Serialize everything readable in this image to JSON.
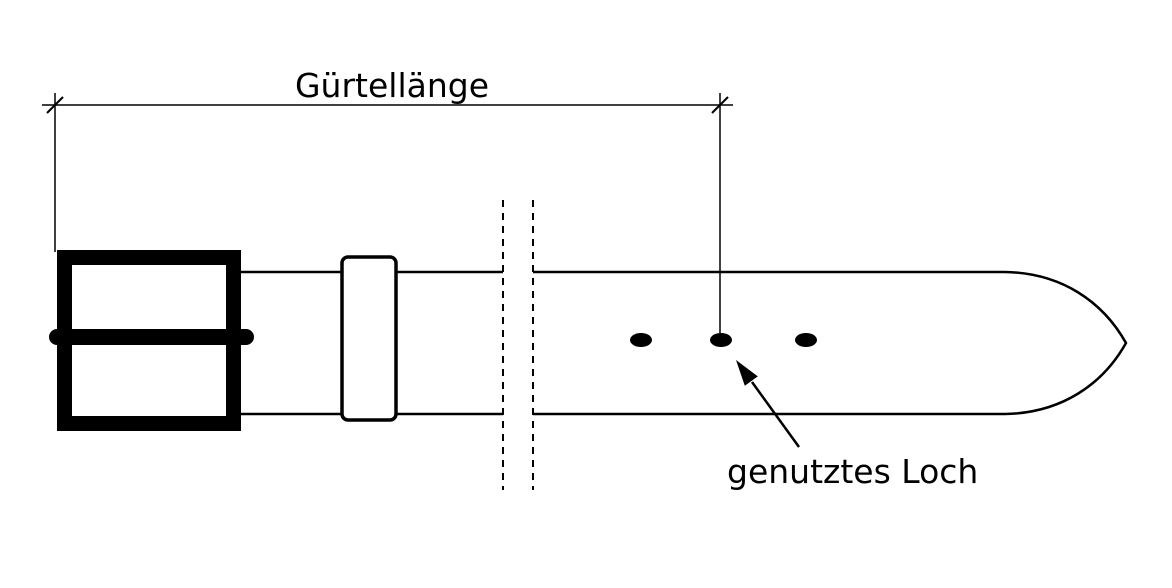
{
  "diagram": {
    "title": "Gürtellänge",
    "annotation": "genutztes Loch",
    "type": "technical drawing of a belt with length dimension",
    "line_color": "#000000",
    "background_color": "#ffffff",
    "holes_count": 3,
    "pointed_hole": "middle"
  }
}
